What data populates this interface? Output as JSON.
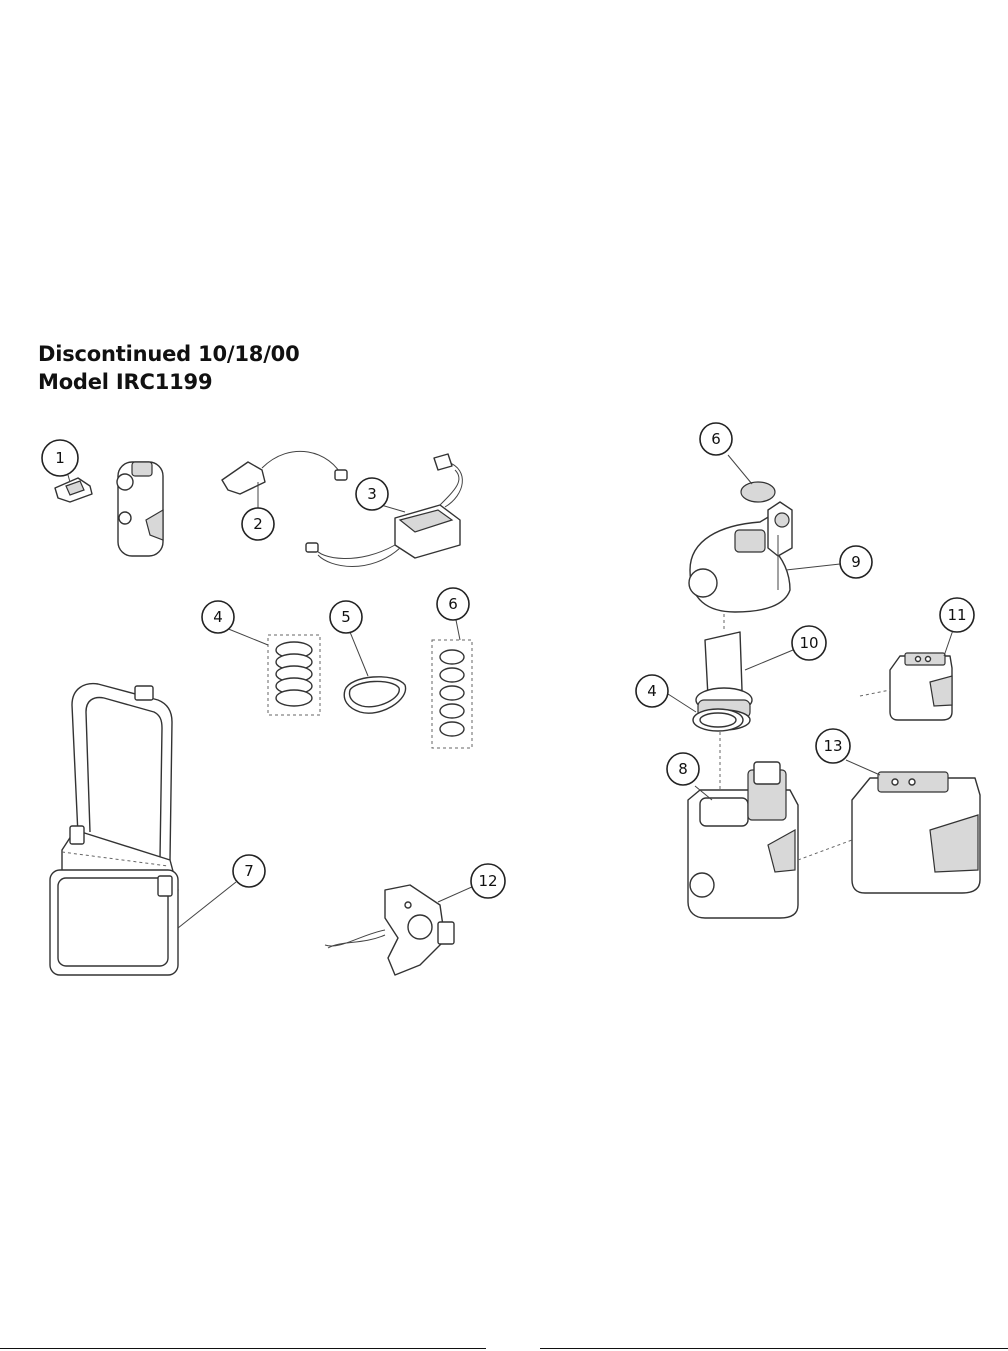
{
  "heading": {
    "line1": "Discontinued 10/18/00",
    "line2": "Model IRC1199"
  },
  "callouts": {
    "c1": "1",
    "c2": "2",
    "c3": "3",
    "c4a": "4",
    "c5": "5",
    "c6a": "6",
    "c7": "7",
    "c12": "12",
    "c6b": "6",
    "c9": "9",
    "c10": "10",
    "c11": "11",
    "c4b": "4",
    "c8": "8",
    "c13": "13"
  }
}
